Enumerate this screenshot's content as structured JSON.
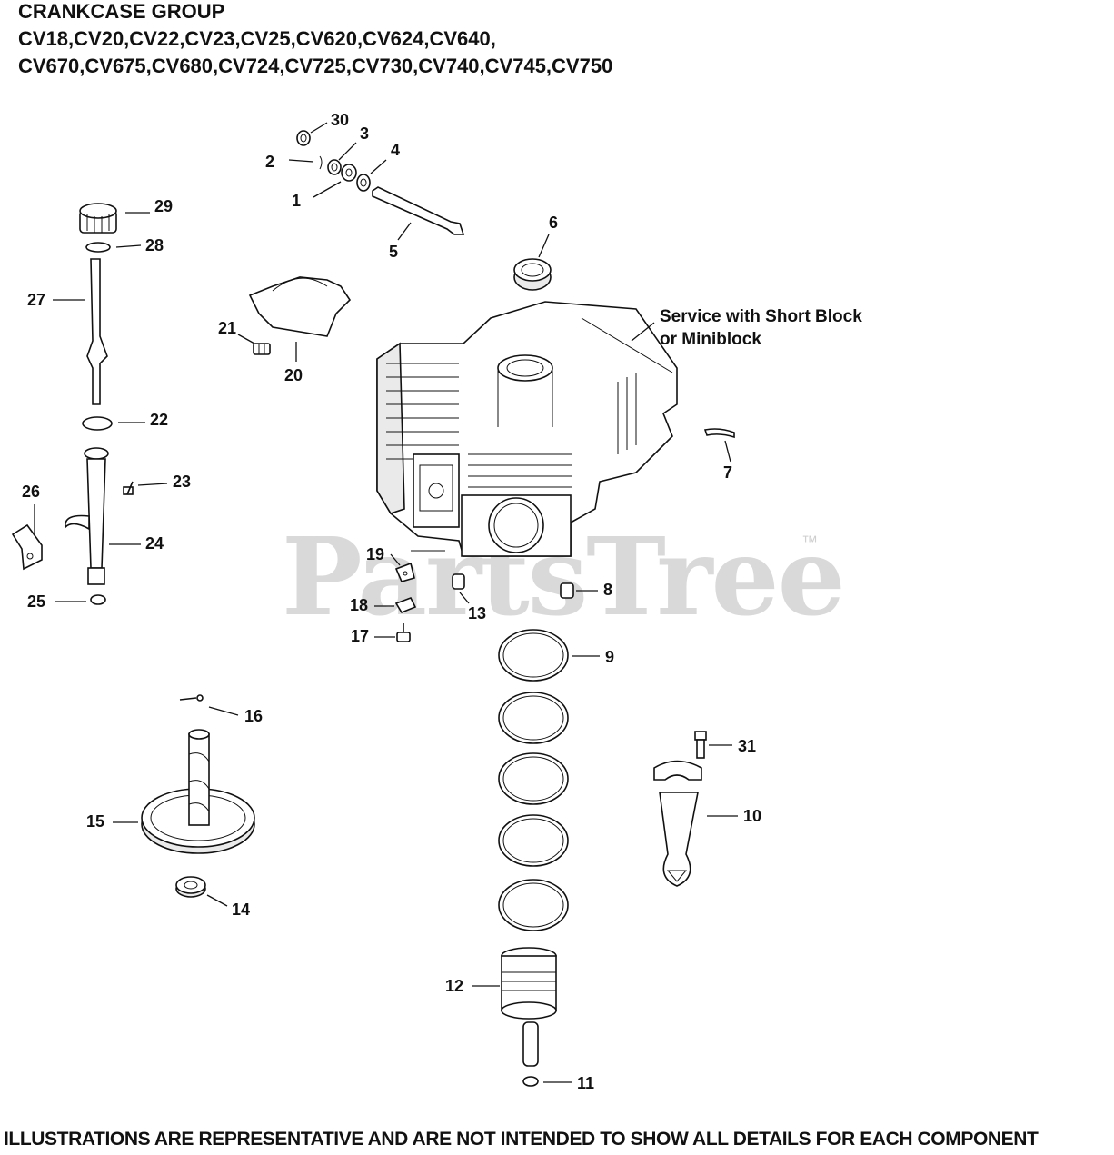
{
  "header": {
    "title_line1": "CRANKCASE GROUP",
    "title_line2": "CV18,CV20,CV22,CV23,CV25,CV620,CV624,CV640,",
    "title_line3": "CV670,CV675,CV680,CV724,CV725,CV730,CV740,CV745,CV750"
  },
  "callout": {
    "line1": "Service with Short Block",
    "line2": "or Miniblock"
  },
  "watermark": {
    "text": "PartsTree",
    "mark": "™"
  },
  "footer": {
    "text": "ILLUSTRATIONS ARE REPRESENTATIVE AND ARE NOT INTENDED TO SHOW ALL DETAILS FOR EACH COMPONENT"
  },
  "parts": {
    "p1": "1",
    "p2": "2",
    "p3": "3",
    "p4": "4",
    "p5": "5",
    "p6": "6",
    "p7": "7",
    "p8": "8",
    "p9": "9",
    "p10": "10",
    "p11": "11",
    "p12": "12",
    "p13": "13",
    "p14": "14",
    "p15": "15",
    "p16": "16",
    "p17": "17",
    "p18": "18",
    "p19": "19",
    "p20": "20",
    "p21": "21",
    "p22": "22",
    "p23": "23",
    "p24": "24",
    "p25": "25",
    "p26": "26",
    "p27": "27",
    "p28": "28",
    "p29": "29",
    "p30": "30",
    "p31": "31"
  },
  "colors": {
    "ink": "#111111",
    "watermark": "#d9d9d9",
    "background": "#ffffff"
  }
}
